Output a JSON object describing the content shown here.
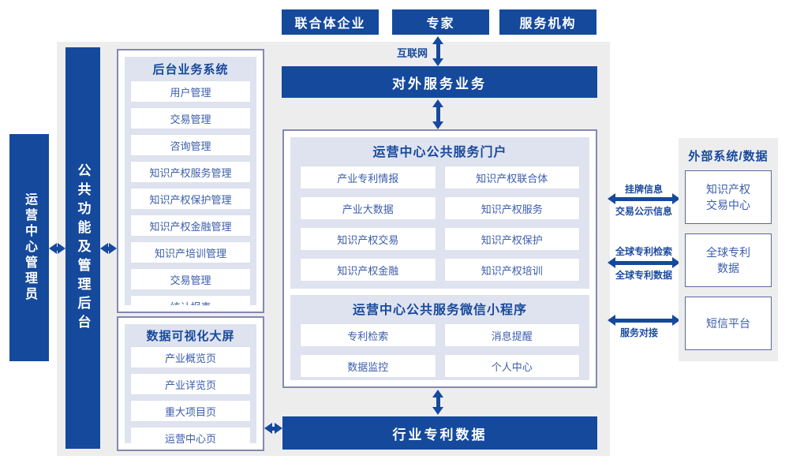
{
  "colors": {
    "primary_blue": "#15499c",
    "panel_lavender": "#dfe3f0",
    "page_gray": "#ededee",
    "item_text_blue": "#3b5dab",
    "panel_border_slate": "#8489af",
    "external_box_border": "#5c679e"
  },
  "top_actors": {
    "items": [
      "联合体企业",
      "专家",
      "服务机构"
    ]
  },
  "labels": {
    "internet": "互联网"
  },
  "bars": {
    "external_service": "对外服务业务",
    "industry_patent_data": "行业专利数据",
    "operations_admin": "运营中心管理员",
    "public_functions": "公共功能及管理后台"
  },
  "backend_panel": {
    "title": "后台业务系统",
    "items": [
      "用户管理",
      "交易管理",
      "咨询管理",
      "知识产权服务管理",
      "知识产权保护管理",
      "知识产权金融管理",
      "知识产培训管理",
      "交易管理",
      "统计报表"
    ]
  },
  "dashboard_panel": {
    "title": "数据可视化大屏",
    "items": [
      "产业概览页",
      "产业详览页",
      "重大项目页",
      "运营中心页"
    ]
  },
  "portal_panel": {
    "title": "运营中心公共服务门户",
    "items": [
      "产业专利情报",
      "知识产权联合体",
      "产业大数据",
      "知识产权服务",
      "知识产权交易",
      "知识产权保护",
      "知识产权金融",
      "知识产权培训"
    ]
  },
  "miniapp_panel": {
    "title": "运营中心公共服务微信小程序",
    "items": [
      "专利检索",
      "消息提醒",
      "数据监控",
      "个人中心"
    ]
  },
  "external_panel": {
    "title": "外部系统/数据",
    "boxes": [
      {
        "line1": "知识产权",
        "line2": "交易中心"
      },
      {
        "line1": "全球专利",
        "line2": "数据"
      },
      {
        "line1": "短信平台",
        "line2": ""
      }
    ]
  },
  "link_labels": {
    "listing_info": "挂牌信息",
    "trade_publicity": "交易公示信息",
    "global_patent_search": "全球专利检索",
    "global_patent_data": "全球专利数据",
    "service_connection": "服务对接"
  }
}
